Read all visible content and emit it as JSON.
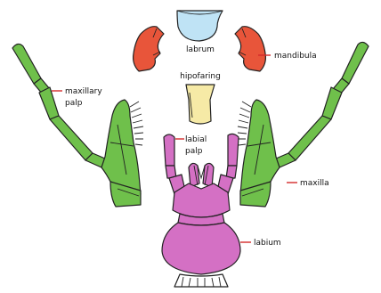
{
  "labels": {
    "labrum": "labrum",
    "mandibula": "mandibula",
    "hipofaring": "hipofaring",
    "maxillary_palp_line1": "maxillary",
    "maxillary_palp_line2": "palp",
    "labial_palp_line1": "labial",
    "labial_palp_line2": "palp",
    "maxilla": "maxilla",
    "labium": "labium"
  },
  "colors": {
    "labrum": "#bfe3f5",
    "mandibula": "#e8553a",
    "hipofaring": "#f6eaa6",
    "maxilla": "#6fc04b",
    "labium": "#d470c4",
    "leader_line": "#d42a2a"
  }
}
